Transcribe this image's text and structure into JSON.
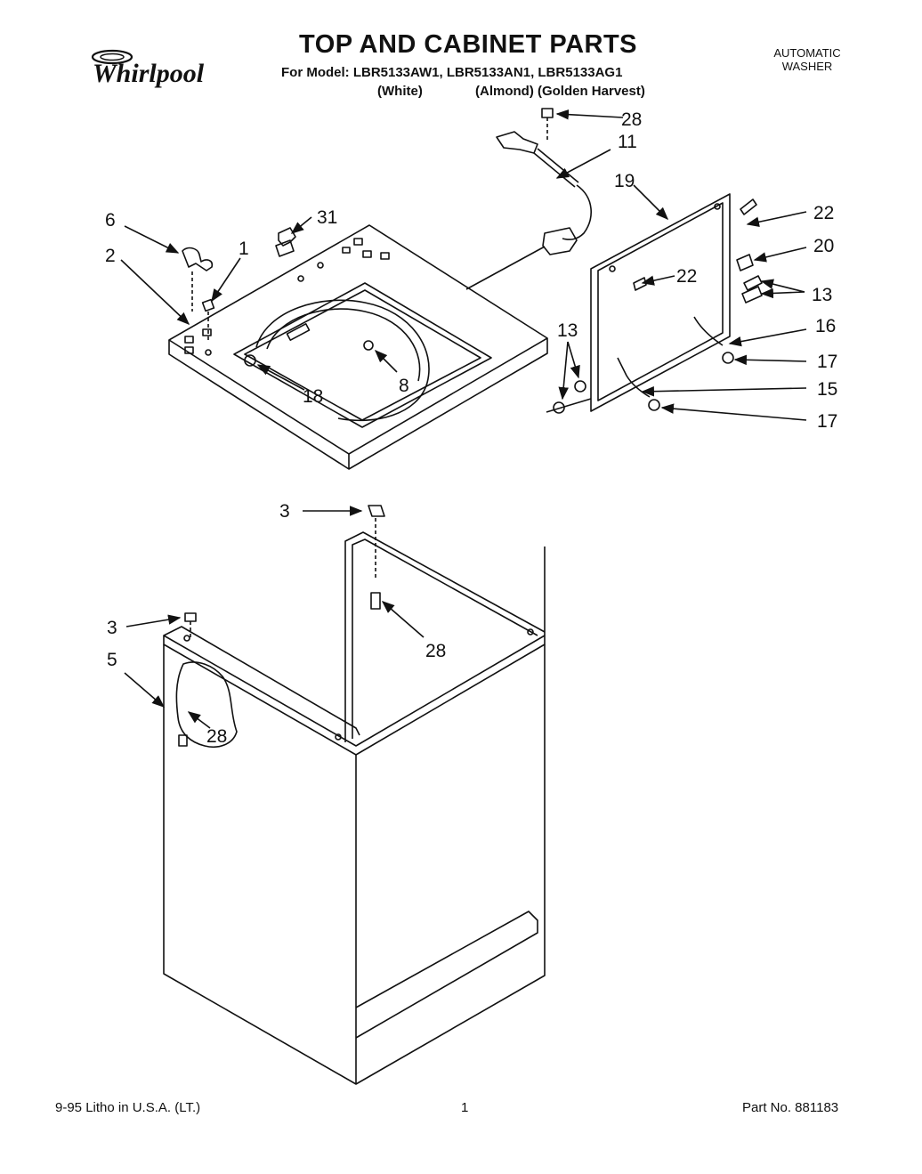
{
  "header": {
    "brand": "Whirlpool",
    "title": "TOP AND CABINET PARTS",
    "model_line": "For Model: LBR5133AW1, LBR5133AN1, LBR5133AG1",
    "color_white": "(White)",
    "color_almond_golden": "(Almond) (Golden Harvest)",
    "product_type_line1": "AUTOMATIC",
    "product_type_line2": "WASHER"
  },
  "callouts": {
    "c28_top": "28",
    "c11": "11",
    "c19": "19",
    "c22_right": "22",
    "c20": "20",
    "c22_inner": "22",
    "c13_right": "13",
    "c16": "16",
    "c17_upper": "17",
    "c15": "15",
    "c17_lower": "17",
    "c13_left": "13",
    "c6": "6",
    "c31": "31",
    "c1": "1",
    "c2": "2",
    "c8": "8",
    "c18": "18",
    "c3_upper": "3",
    "c28_mid": "28",
    "c3_lower": "3",
    "c5": "5",
    "c28_cabinet": "28"
  },
  "footer": {
    "litho": "9-95  Litho in U.S.A. (LT.)",
    "page": "1",
    "part_no": "Part No. 881183"
  }
}
